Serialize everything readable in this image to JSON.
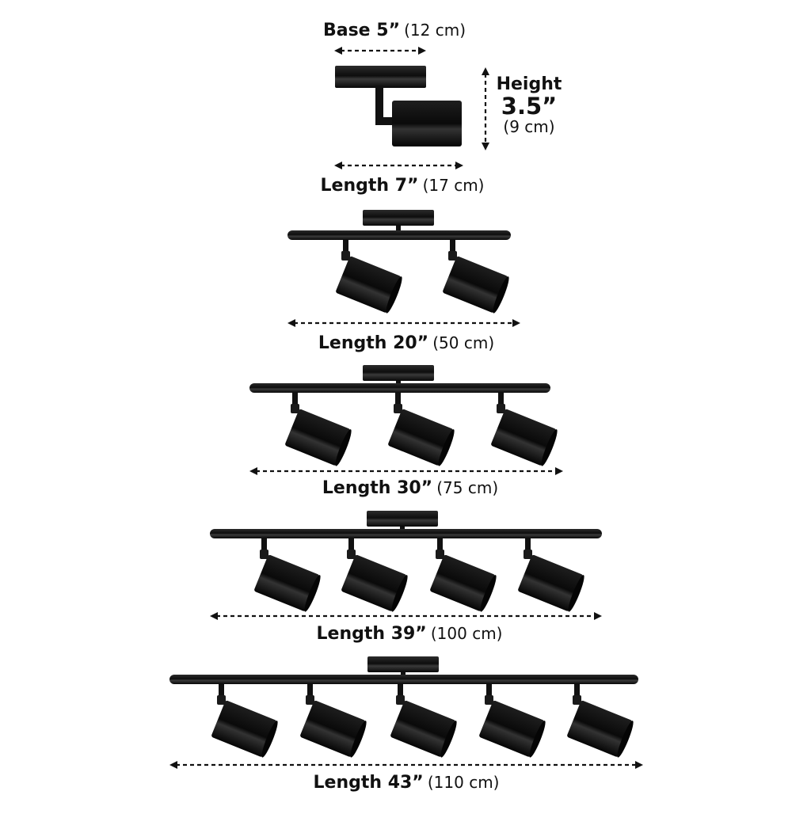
{
  "base": {
    "main": "Base 5”",
    "metric": "(12 cm)"
  },
  "height": {
    "word": "Height",
    "value": "3.5”",
    "metric": "(9 cm)"
  },
  "variants": [
    {
      "main": "Length 7”",
      "metric": "(17 cm)",
      "heads": 1
    },
    {
      "main": "Length 20”",
      "metric": "(50 cm)",
      "heads": 2
    },
    {
      "main": "Length 30”",
      "metric": "(75 cm)",
      "heads": 3
    },
    {
      "main": "Length 39”",
      "metric": "(100 cm)",
      "heads": 4
    },
    {
      "main": "Length 43”",
      "metric": "(110 cm)",
      "heads": 5
    }
  ],
  "colors": {
    "fixture": "#141414",
    "text": "#111111",
    "background": "#ffffff"
  }
}
